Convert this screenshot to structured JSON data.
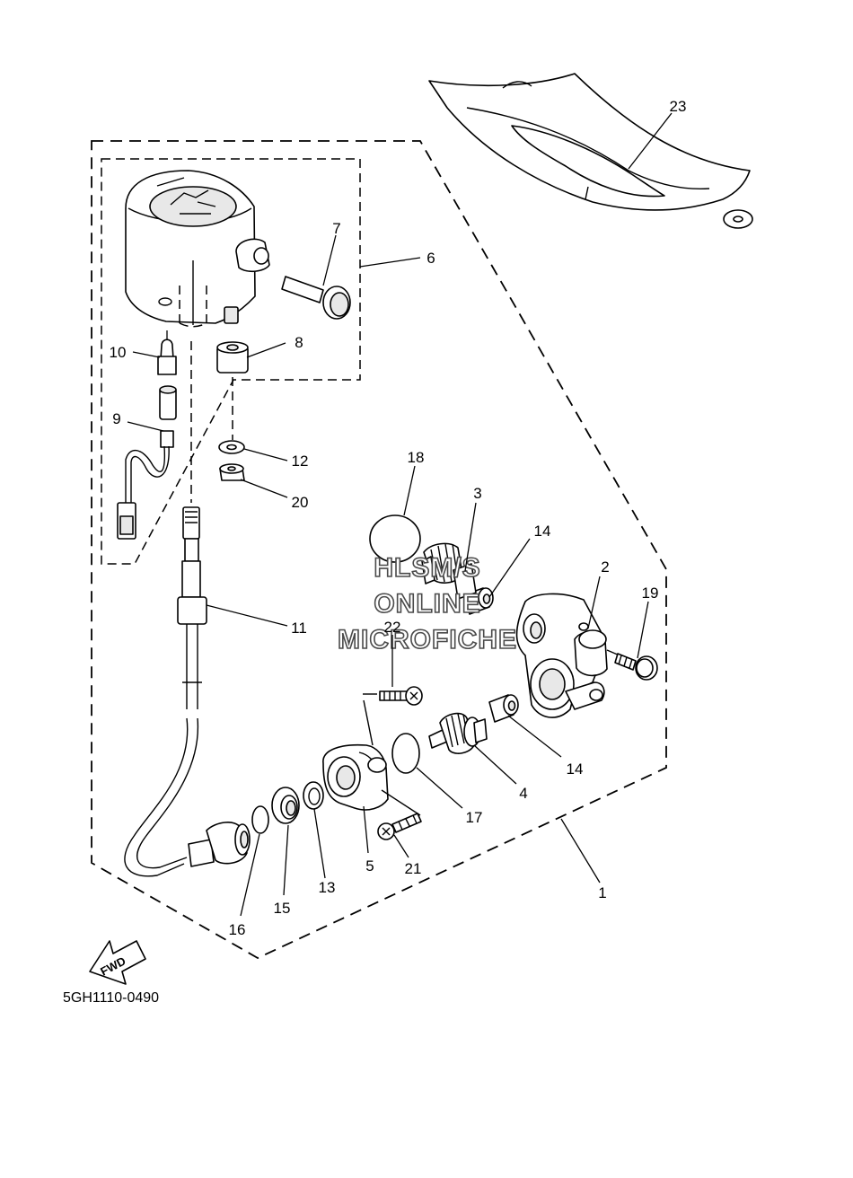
{
  "diagram_code": "5GH1110-0490",
  "watermark": {
    "line1": "HLSM/S",
    "line2": "ONLINE",
    "line3": "MICROFICHE"
  },
  "fwd_label": "FWD",
  "callouts": {
    "p1": "1",
    "p2": "2",
    "p3": "3",
    "p4": "4",
    "p5": "5",
    "p6": "6",
    "p7": "7",
    "p8": "8",
    "p9": "9",
    "p10": "10",
    "p11": "11",
    "p12": "12",
    "p13": "13",
    "p14a": "14",
    "p14b": "14",
    "p15": "15",
    "p16": "16",
    "p17": "17",
    "p18": "18",
    "p19": "19",
    "p20": "20",
    "p21": "21",
    "p22": "22",
    "p23": "23"
  }
}
